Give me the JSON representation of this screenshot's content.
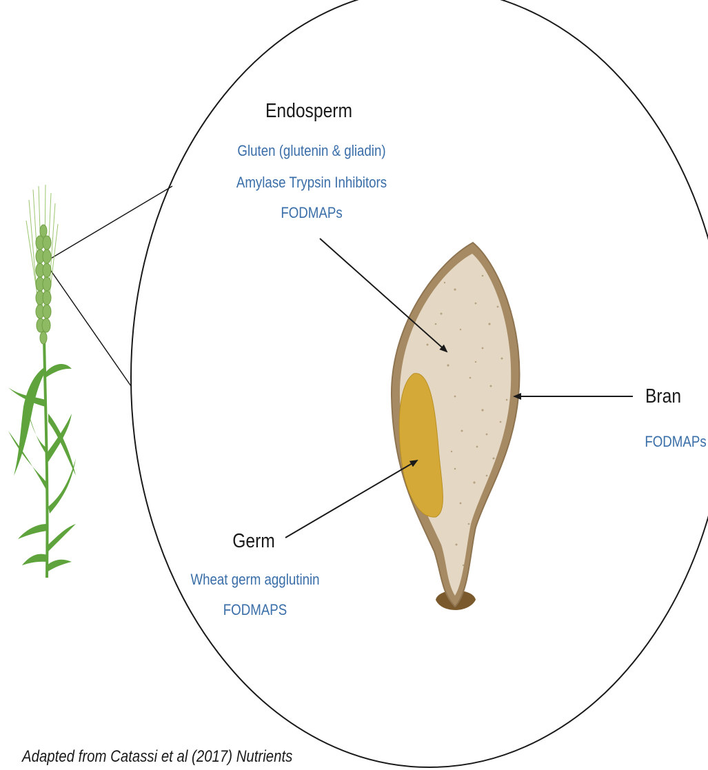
{
  "endosperm": {
    "title": "Endosperm",
    "items": [
      "Gluten (glutenin & gliadin)",
      "Amylase Trypsin Inhibitors",
      "FODMAPs"
    ]
  },
  "bran": {
    "title": "Bran",
    "items": [
      "FODMAPs"
    ]
  },
  "germ": {
    "title": "Germ",
    "items": [
      "Wheat germ agglutinin",
      "FODMAPS"
    ]
  },
  "caption": "Adapted from Catassi et al (2017) Nutrients",
  "colors": {
    "label_blue": "#3a6ea8",
    "bran_outer": "#a68a63",
    "endosperm_fill": "#e4d8c4",
    "germ_fill": "#d4a937",
    "tip": "#7a5a2c",
    "leaf_green": "#5ea33c",
    "ear_green": "#8dba62"
  },
  "icons": [
    "wheat-plant-icon",
    "wheat-grain-icon"
  ]
}
